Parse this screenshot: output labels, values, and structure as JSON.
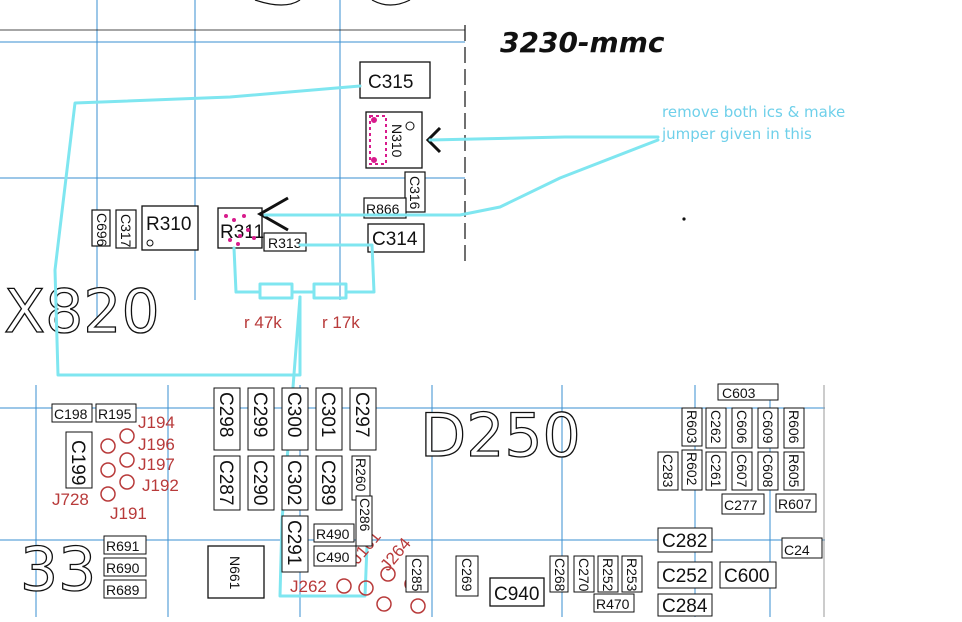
{
  "title": "3230-mmc",
  "note": {
    "line1": "remove both ics & make",
    "line2": "jumper given in this"
  },
  "resistor_labels": {
    "left": "r 47k",
    "right": "r 17k"
  },
  "block_labels": {
    "x820": "X820",
    "d250": "D250",
    "n33": "33"
  },
  "upper_components": {
    "c315": "C315",
    "n310": "N310",
    "c316": "C316",
    "r866": "R866",
    "c314": "C314",
    "r313": "R313",
    "r311": "R311",
    "r310": "R310",
    "c317": "C317",
    "c696": "C696"
  },
  "lower_components": {
    "c198": "C198",
    "r195": "R195",
    "c199": "C199",
    "r691": "R691",
    "r690": "R690",
    "r689": "R689",
    "c298": "C298",
    "c299": "C299",
    "c300": "C300",
    "c301": "C301",
    "c297": "C297",
    "c287": "C287",
    "c290": "C290",
    "c302": "C302",
    "c289": "C289",
    "r260": "R260",
    "c286": "C286",
    "c291": "C291",
    "r490": "R490",
    "c490": "C490",
    "n661": "N661",
    "c285": "C285",
    "c269": "C269",
    "c940": "C940",
    "c268": "C268",
    "c270": "C270",
    "r252": "R252",
    "r253": "R253",
    "r470": "R470",
    "c282": "C282",
    "c252": "C252",
    "c600": "C600",
    "c284": "C284",
    "c277": "C277",
    "c283": "C283",
    "r603": "R603",
    "r602": "R602",
    "c262": "C262",
    "c261": "C261",
    "c606": "C606",
    "c607": "C607",
    "c609": "C609",
    "c608": "C608",
    "r606": "R606",
    "r605": "R605",
    "r607": "R607",
    "c603": "C603",
    "c24": "C24"
  },
  "test_points": {
    "j194": "J194",
    "j196": "J196",
    "j197": "J197",
    "j192": "J192",
    "j728": "J728",
    "j191": "J191",
    "j161": "J161",
    "j264": "J264",
    "j262": "J262"
  },
  "colors": {
    "wire": "#7fe6f0",
    "grid": "#3a8fd0",
    "note": "#6fd0ea",
    "label_red": "#c0392b",
    "pad": "#d81b8c"
  }
}
